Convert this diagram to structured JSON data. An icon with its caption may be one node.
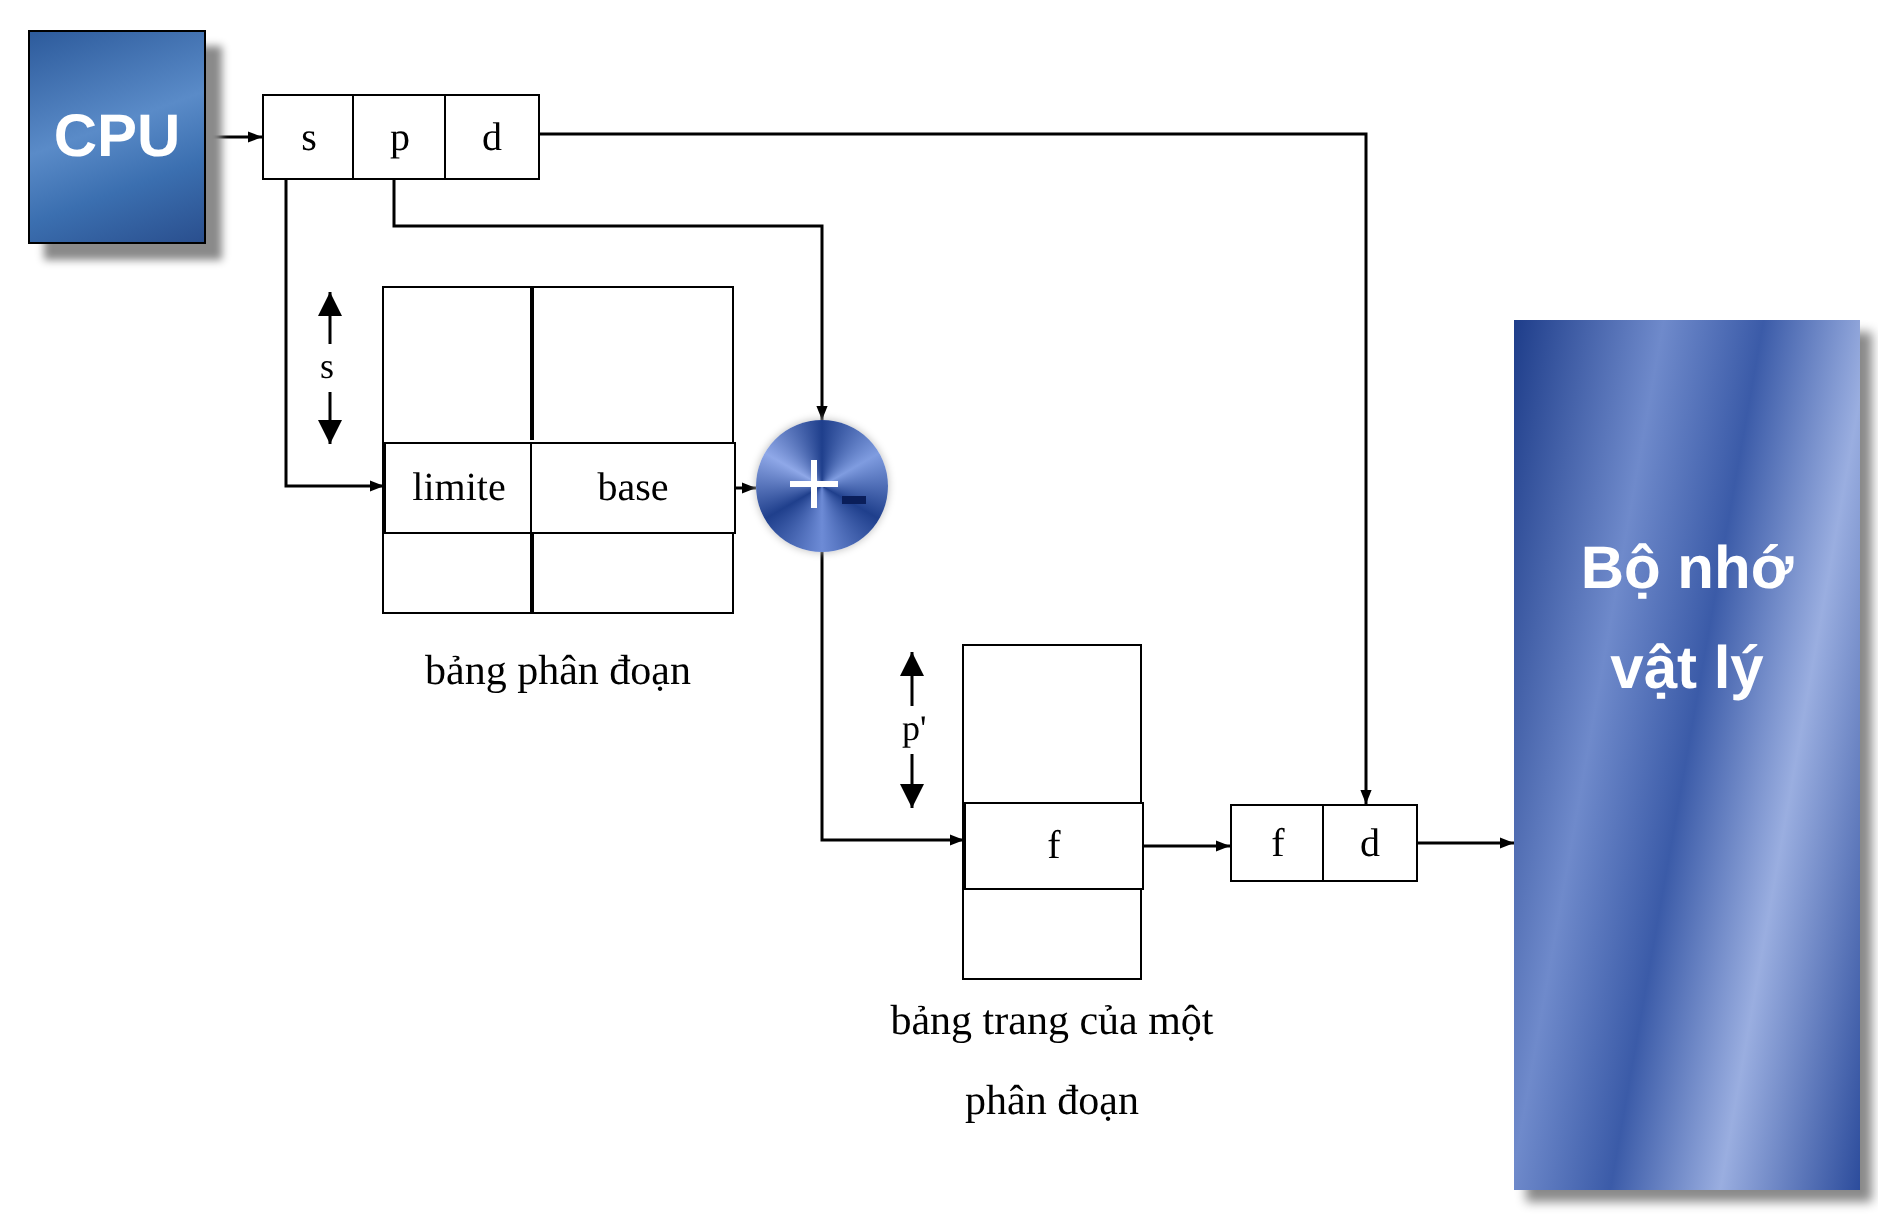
{
  "diagram": {
    "nodes": [
      {
        "text": [
          "CPU"
        ]
      },
      {
        "text": [
          "s"
        ]
      },
      {
        "text": [
          "p"
        ]
      },
      {
        "text": [
          "d"
        ]
      },
      {
        "text": [
          "bảng phân đoạn"
        ]
      },
      {
        "text": [
          "limite"
        ],
        "in": 4
      },
      {
        "text": [
          "base"
        ],
        "in": 4
      },
      {
        "text": [],
        "shape": "circle"
      },
      {
        "text": [
          "bảng trang của một phân đoạn"
        ]
      },
      {
        "text": [
          "f"
        ],
        "in": 8
      },
      {
        "text": [
          "f"
        ]
      },
      {
        "text": [
          "d"
        ]
      },
      {
        "text": [
          "Bộ nhớ vật lý"
        ]
      }
    ],
    "edges": [
      {
        "from": 0,
        "to": 1,
        "arrow": "to"
      },
      {
        "from": 1,
        "to": 5,
        "arrow": "to"
      },
      {
        "from": 2,
        "to": 7,
        "arrow": "to"
      },
      {
        "from": 3,
        "to": 11,
        "arrow": "to"
      },
      {
        "from": 6,
        "to": 7,
        "arrow": "to"
      },
      {
        "from": 7,
        "to": 9,
        "arrow": "to"
      },
      {
        "from": 9,
        "to": 10,
        "arrow": "to"
      },
      {
        "from": 11,
        "to": 12,
        "arrow": "to"
      }
    ],
    "labels": [
      "s",
      "p'"
    ]
  }
}
